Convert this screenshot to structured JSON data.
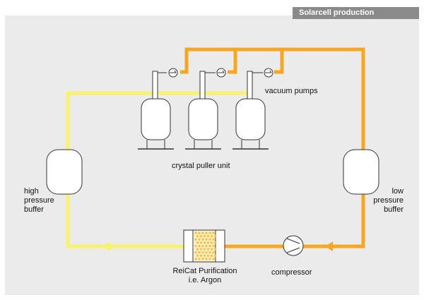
{
  "header": {
    "title": "Solarcell production"
  },
  "labels": {
    "vacuum_pumps": "vacuum pumps",
    "crystal_puller_unit": "crystal puller unit",
    "high_pressure_buffer": [
      "high",
      "pressure",
      "buffer"
    ],
    "low_pressure_buffer": [
      "low",
      "pressure",
      "buffer"
    ],
    "purification": [
      "ReiCat Purification",
      "i.e. Argon"
    ],
    "compressor": "compressor"
  },
  "colors": {
    "high_pressure_line": "#f8f36a",
    "low_pressure_line": "#f5a623",
    "panel": "#ebebeb",
    "header_bg": "#8a8a8a",
    "filter_fill": "#f3c24a"
  },
  "icons": [
    "vacuum-pump-icon",
    "compressor-icon",
    "filter-icon",
    "flow-arrow-icon"
  ]
}
